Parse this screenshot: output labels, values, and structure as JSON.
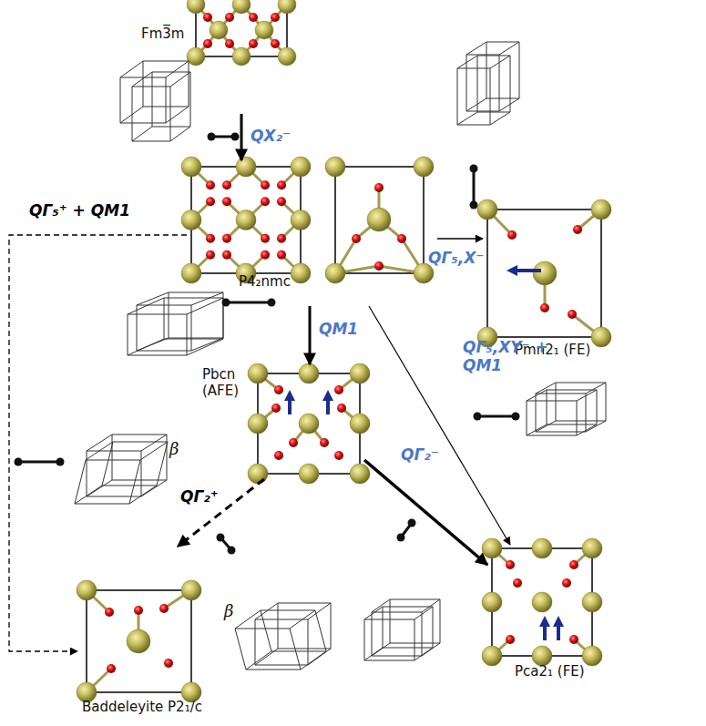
{
  "diagram": {
    "nodes": [
      {
        "text": [
          "Fm3̅m"
        ]
      },
      {
        "text": [
          "P4₂nmc"
        ]
      },
      {
        "text": [
          "Pmn2₁ (FE)"
        ]
      },
      {
        "text": [
          "Pbcn (AFE)"
        ]
      },
      {
        "text": [
          "Pca2₁ (FE)"
        ]
      },
      {
        "text": [
          "Baddeleyite P2₁/c"
        ]
      }
    ],
    "edges": [
      {
        "from": 0,
        "to": 1,
        "arrow": "to",
        "label": "QX₂⁻"
      },
      {
        "from": 1,
        "to": 2,
        "arrow": "to",
        "label": "QΓ₅,X⁻"
      },
      {
        "from": 1,
        "to": 3,
        "arrow": "to",
        "label": "QM1"
      },
      {
        "from": 1,
        "to": 4,
        "arrow": "to",
        "label": "QΓ₅,XY⁻ + QM1"
      },
      {
        "from": 3,
        "to": 5,
        "arrow": "to",
        "label": "QΓ₂⁺"
      },
      {
        "from": 3,
        "to": 4,
        "arrow": "to",
        "label": "QΓ₂⁻"
      },
      {
        "from": 1,
        "to": 5,
        "arrow": "to",
        "label": "QΓ₅⁺ + QM1"
      }
    ],
    "labels": [
      "β",
      "β"
    ]
  }
}
